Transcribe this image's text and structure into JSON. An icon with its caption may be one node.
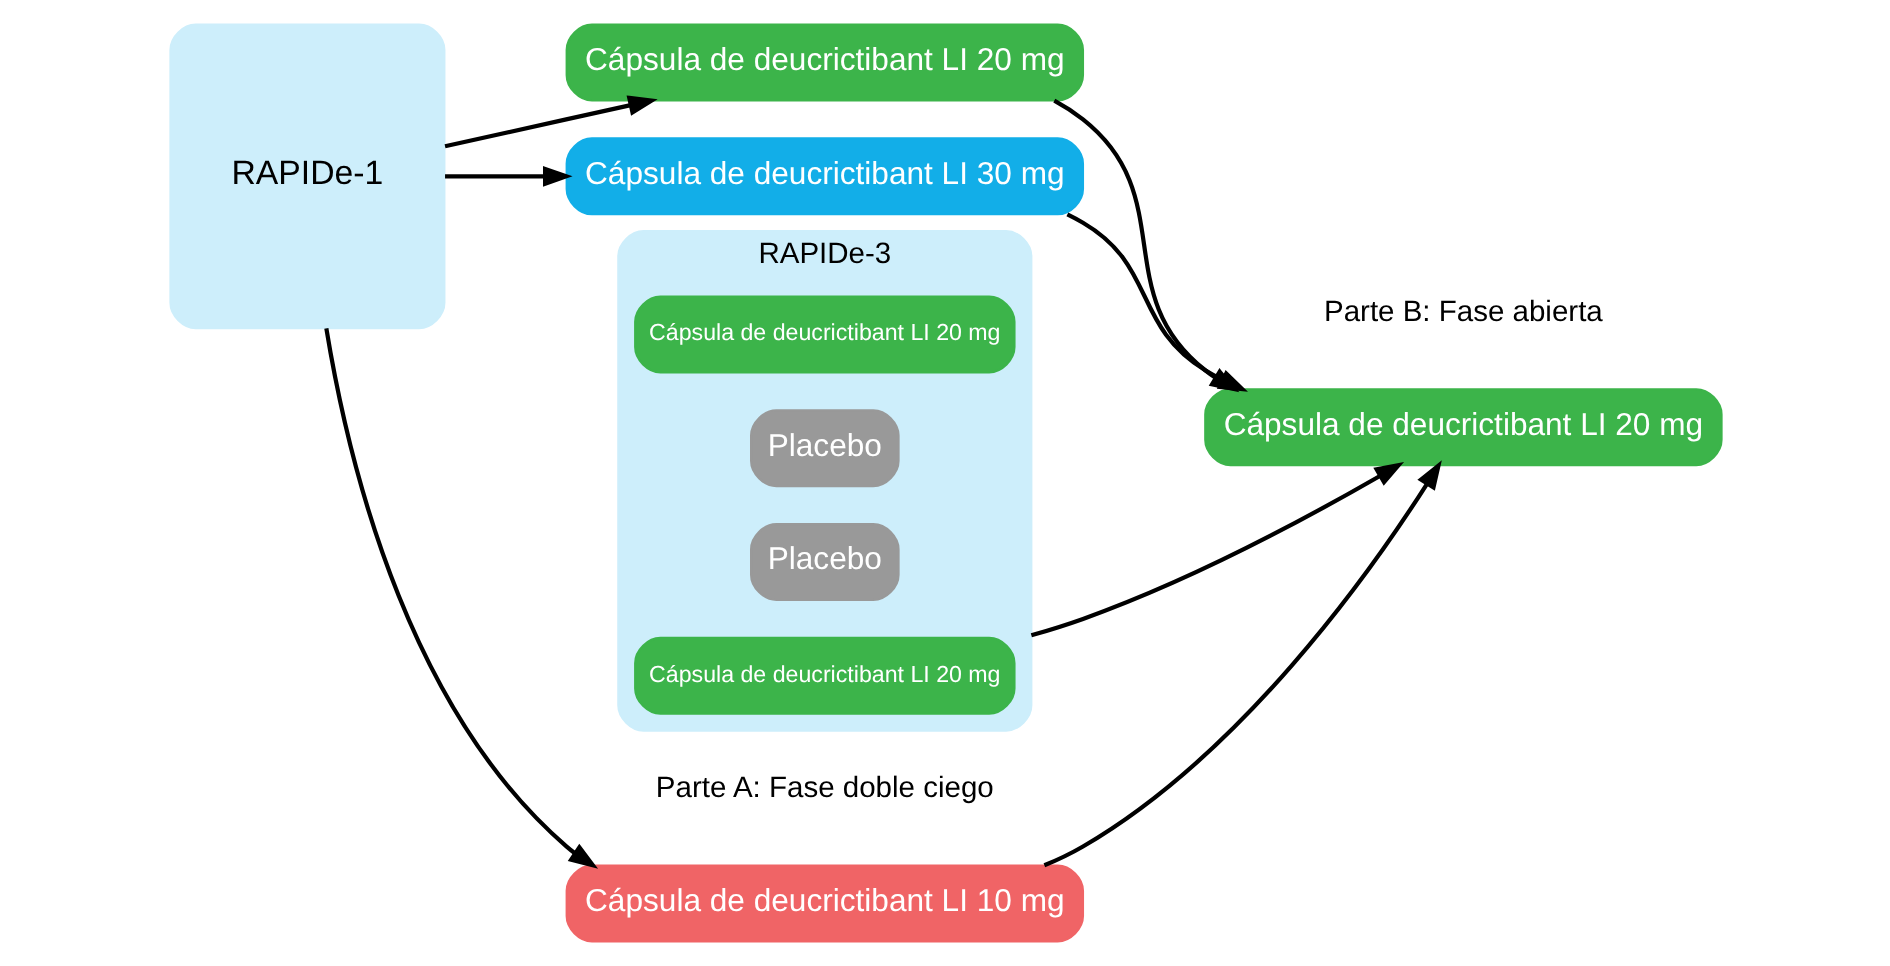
{
  "diagram": {
    "nodes": [
      {
        "text": [
          "RAPIDe-1"
        ]
      },
      {
        "text": [
          "Cápsula de deucrictibant LI 10 mg"
        ]
      },
      {
        "text": [
          "Cápsula de deucrictibant LI 20 mg"
        ]
      },
      {
        "text": [
          "Cápsula de deucrictibant LI 30 mg"
        ]
      },
      {
        "text": [
          "Cápsula de deucrictibant LI 20 mg"
        ]
      },
      {
        "text": [
          "RAPIDe-3"
        ]
      },
      {
        "text": [
          "Cápsula de deucrictibant LI 20 mg"
        ],
        "in": 5
      },
      {
        "text": [
          "Placebo"
        ],
        "in": 5
      },
      {
        "text": [
          "Placebo"
        ],
        "in": 5
      },
      {
        "text": [
          "Cápsula de deucrictibant LI 20 mg"
        ],
        "in": 5
      }
    ],
    "edges": [
      {
        "from": 0,
        "to": 1,
        "arrow": "to"
      },
      {
        "from": 0,
        "to": 2,
        "arrow": "to"
      },
      {
        "from": 0,
        "to": 3,
        "arrow": "to"
      },
      {
        "from": 1,
        "to": 4,
        "arrow": "to"
      },
      {
        "from": 2,
        "to": 4,
        "arrow": "to"
      },
      {
        "from": 3,
        "to": 4,
        "arrow": "to"
      },
      {
        "from": 5,
        "to": 4,
        "arrow": "to"
      }
    ],
    "labels": [
      "Parte A: Fase doble ciego",
      "Parte B: Fase abierta"
    ]
  }
}
